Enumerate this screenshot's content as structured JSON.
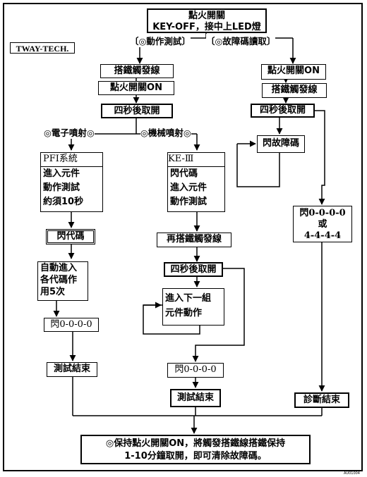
{
  "brand": "TWAY-TECH.",
  "figure_code": "AU01004",
  "start": {
    "line1": "點火開關",
    "line2": "KEY-OFF，接中上LED燈"
  },
  "branch_labels": {
    "left": "〔◎動作測試〕",
    "right": "〔◎故障碼讀取〕"
  },
  "action_test": {
    "connect": "搭鐵觸發線",
    "ign_on": "點火開關ON",
    "wait": "四秒後取開",
    "efi_label": "◎電子噴射◎",
    "mech_label": "◎機械噴射◎"
  },
  "pfi": {
    "title": "PFI系統",
    "lines": [
      "進入元件",
      "動作測試",
      "約須10秒"
    ],
    "flash": "閃代碼",
    "auto": [
      "自動進入",
      "各代碼作",
      "用5次"
    ],
    "flash0": "閃0-0-0-0",
    "end": "測試結束"
  },
  "ke": {
    "title": "KE-Ⅲ",
    "lines": [
      "閃代碼",
      "進入元件",
      "動作測試"
    ],
    "reconnect": "再搭鐵觸發線",
    "wait": "四秒後取開",
    "next": [
      "進入下一組",
      "元件動作"
    ],
    "flash0": "閃0-0-0-0",
    "end": "測試結束"
  },
  "fault_read": {
    "ign_on": "點火開關ON",
    "connect": "搭鐵觸發線",
    "wait": "四秒後取開",
    "flash": "閃故障碼",
    "result": [
      "閃0-0-0-0",
      "或",
      "4-4-4-4"
    ],
    "end": "診斷結束"
  },
  "final_note": [
    "◎保持點火開關ON，將觸發搭鐵線搭鐵保持",
    "1-10分鐘取開，即可清除故障碼。"
  ]
}
